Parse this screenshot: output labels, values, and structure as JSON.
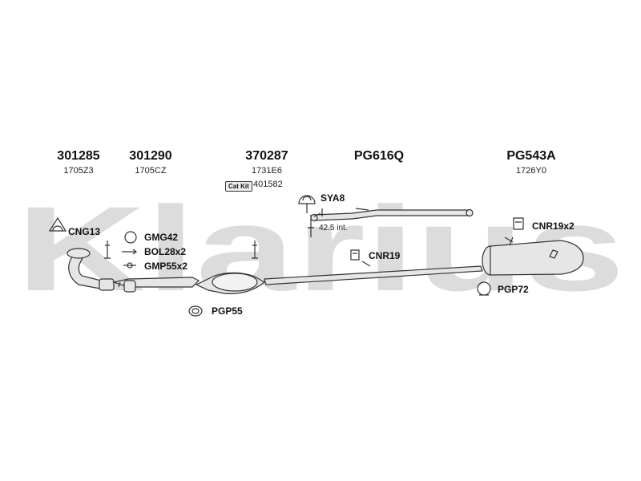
{
  "watermark": "Klarius",
  "parts": [
    {
      "number": "301285",
      "oe": "1705Z3"
    },
    {
      "number": "301290",
      "oe": "1705CZ"
    },
    {
      "number": "370287",
      "oe": "1731E6"
    },
    {
      "number": "PG616Q",
      "oe": ""
    },
    {
      "number": "PG543A",
      "oe": "1726Y0"
    }
  ],
  "catkit": {
    "badge": "Cat Kit",
    "code": "401582"
  },
  "fittings": {
    "cng13": "CNG13",
    "gmg42": "GMG42",
    "bol": "BOL28x2",
    "gmp": "GMP55x2",
    "pgp55": "PGP55",
    "sya8": "SYA8",
    "cnr19": "CNR19",
    "cnr19x2": "CNR19x2",
    "pgp72": "PGP72"
  },
  "notes": {
    "length": "42.5 int."
  },
  "colors": {
    "watermark": "#dcdcdc",
    "pipe": "#e6e6e6",
    "stroke": "#333333"
  }
}
